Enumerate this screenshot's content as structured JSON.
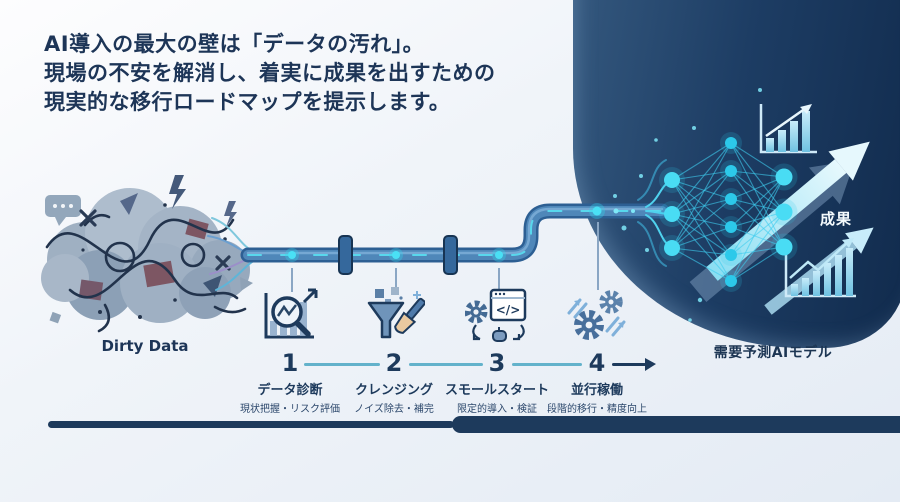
{
  "headline": {
    "lines": [
      "AI導入の最大の壁は「データの汚れ」。",
      "現場の不安を解消し、着実に成果を出すための",
      "現実的な移行ロードマップを提示します。"
    ]
  },
  "dirty_data_label": "Dirty Data",
  "steps": [
    {
      "number": "1",
      "title": "データ診断",
      "subtitle": "現状把握・リスク評価",
      "icon": "chart-magnifier-icon"
    },
    {
      "number": "2",
      "title": "クレンジング",
      "subtitle": "ノイズ除去・補完",
      "icon": "funnel-brush-icon"
    },
    {
      "number": "3",
      "title": "スモールスタート",
      "subtitle": "限定的導入・検証",
      "icon": "code-window-gear-icon"
    },
    {
      "number": "4",
      "title": "並行稼働",
      "subtitle": "段階的移行・精度向上",
      "icon": "gears-arrows-icon"
    }
  ],
  "result_label": "成果",
  "model_label": "需要予測AIモデル",
  "icons": {
    "code_glyph": "</>"
  },
  "colors": {
    "navy": "#1d3a5c",
    "blob_dark": "#112b4d",
    "pipe_blue": "#3a72a5",
    "cyan": "#2cc9ea",
    "teal_line": "#63b2cb",
    "steel_fill": "#5b7fa6",
    "background": "#eef2f8"
  }
}
